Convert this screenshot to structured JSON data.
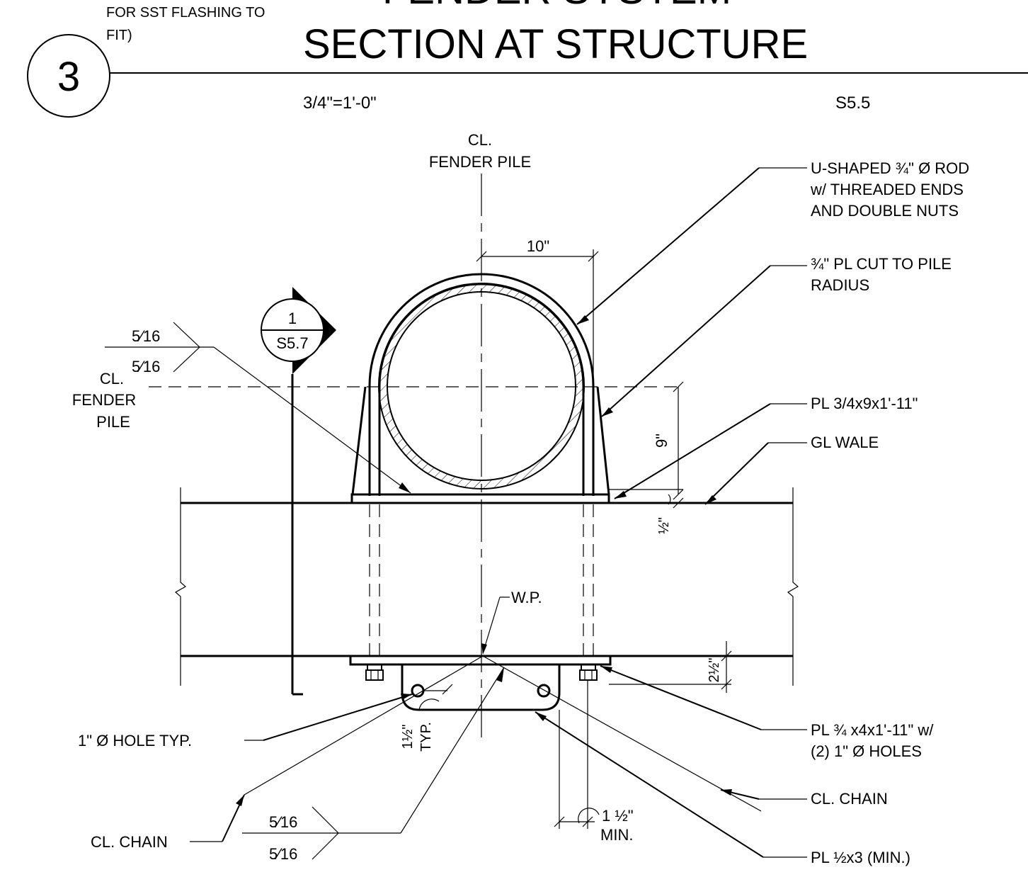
{
  "title": {
    "top_fragment": "FENDER SYSTEM",
    "main": "SECTION AT STRUCTURE",
    "detail_number": "3",
    "scale": "3/4\"=1'-0\"",
    "sheet": "S5.5",
    "note_line1": "FOR SST FLASHING TO",
    "note_line2": "FIT)"
  },
  "section_marker": {
    "number": "1",
    "sheet": "S5.7"
  },
  "dimensions": {
    "radius": "10\"",
    "height": "9\"",
    "half_inch": "½\"",
    "two_half": "2½\"",
    "one_half": "1½\"",
    "typ": "TYP.",
    "min_a": "1 ½\"",
    "min_b": "MIN."
  },
  "welds": {
    "upper_top": "5⁄16",
    "upper_bottom": "5⁄16",
    "lower_top": "5⁄16",
    "lower_bottom": "5⁄16"
  },
  "labels": {
    "cl_top_1": "CL.",
    "cl_top_2": "FENDER PILE",
    "cl_left_1": "CL.",
    "cl_left_2": "FENDER",
    "cl_left_3": "PILE",
    "u_rod_1": "U-SHAPED ¾\" Ø ROD",
    "u_rod_2": "w/ THREADED ENDS",
    "u_rod_3": "AND DOUBLE NUTS",
    "pl_cut_1": "¾\" PL CUT TO PILE",
    "pl_cut_2": "RADIUS",
    "pl_a": "PL 3/4x9x1'-11\"",
    "gl_wale": "GL WALE",
    "wp": "W.P.",
    "hole": "1\" Ø HOLE TYP.",
    "pl_b_1": "PL ¾ x4x1'-11\" w/",
    "pl_b_2": "(2) 1\" Ø HOLES",
    "cl_chain_right": "CL. CHAIN",
    "cl_chain_left": "CL. CHAIN",
    "pl_c": "PL ½x3 (MIN.)"
  }
}
